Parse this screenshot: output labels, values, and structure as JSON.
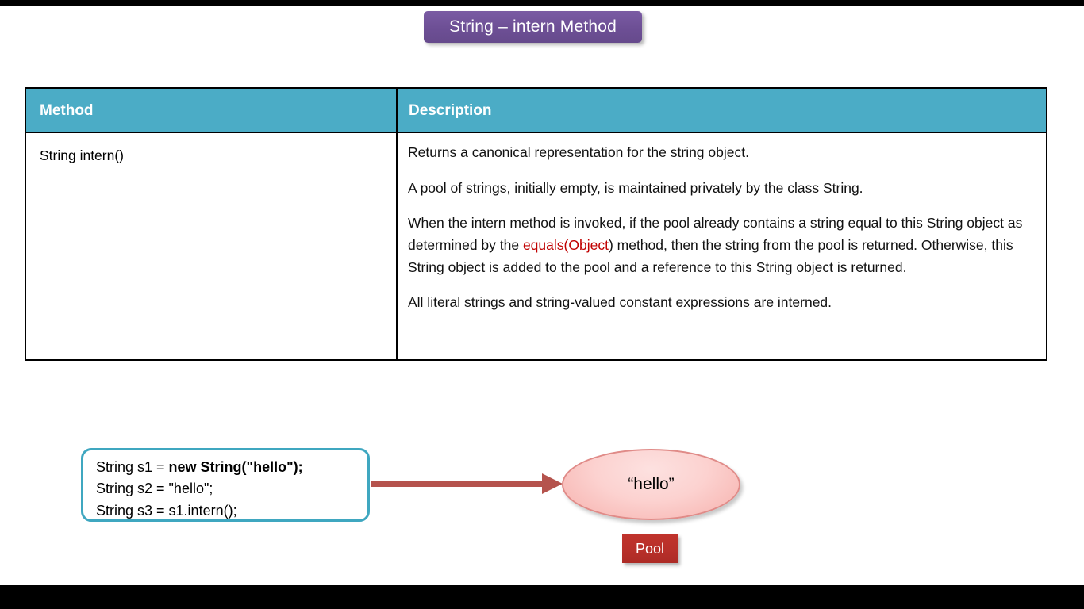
{
  "slide": {
    "title": "String – intern Method"
  },
  "table": {
    "headers": [
      "Method",
      "Description"
    ],
    "rows": [
      {
        "method": "String intern()",
        "description_paragraphs": [
          "Returns a canonical representation for the string object.",
          "A pool of strings, initially empty, is maintained privately by the class String.",
          "When the intern method is invoked, if the pool already contains a string equal to this String object as determined by the equals(Object) method, then the string from the pool is returned. Otherwise, this String object is added to the pool and a reference to this String object is returned.",
          "All literal strings and string-valued constant expressions are interned."
        ]
      }
    ]
  },
  "diagram": {
    "code": {
      "line1_prefix": "String s1 = ",
      "line1_bold": "new String(\"hello\");",
      "line2": "String s2 = \"hello\";",
      "line3": "String s3 = s1.intern();"
    },
    "arrow_label": "",
    "ellipse_text": "“hello”",
    "pool_label": "Pool"
  },
  "highlight": {
    "before": "When the intern method is invoked, if the pool already contains a string equal to this String object as determined by the ",
    "red_text": "equals(Object",
    "after": ") method, then the string from the pool is returned. Otherwise, this String object is added to the pool and a reference to this String object is returned."
  },
  "colors": {
    "banner_purple": "#6d4f95",
    "table_header_teal": "#4bacc6",
    "highlight_red": "#c00000",
    "arrow_red": "#b5534d",
    "pool_red": "#b8302a",
    "ellipse_pink": "#fcd2d0",
    "code_border_teal": "#3fa7c0"
  }
}
